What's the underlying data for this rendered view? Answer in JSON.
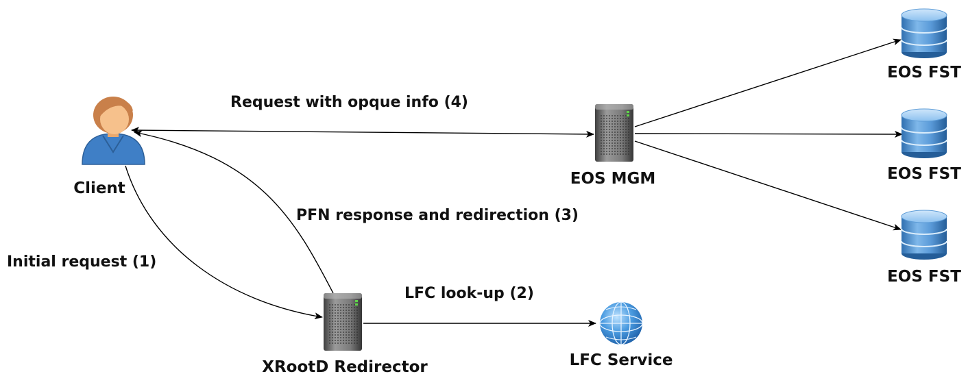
{
  "nodes": {
    "client": {
      "label": "Client",
      "icon": "user-icon"
    },
    "mgm": {
      "label": "EOS MGM",
      "icon": "server-icon"
    },
    "fst1": {
      "label": "EOS FST",
      "icon": "database-icon"
    },
    "fst2": {
      "label": "EOS FST",
      "icon": "database-icon"
    },
    "fst3": {
      "label": "EOS FST",
      "icon": "database-icon"
    },
    "redirector": {
      "label": "XRootD Redirector",
      "icon": "server-icon"
    },
    "lfc": {
      "label": "LFC Service",
      "icon": "globe-icon"
    }
  },
  "edges": {
    "initial_request": {
      "label": "Initial request (1)",
      "from": "client",
      "to": "redirector"
    },
    "lfc_lookup": {
      "label": "LFC look-up (2)",
      "from": "redirector",
      "to": "lfc"
    },
    "pfn_response": {
      "label": "PFN response and redirection (3)",
      "from": "redirector",
      "to": "client"
    },
    "request_opaque": {
      "label": "Request with opque info (4)",
      "from": "client",
      "to": "mgm",
      "bidirectional": true
    },
    "mgm_fst1": {
      "label": "",
      "from": "mgm",
      "to": "fst1"
    },
    "mgm_fst2": {
      "label": "",
      "from": "mgm",
      "to": "fst2"
    },
    "mgm_fst3": {
      "label": "",
      "from": "mgm",
      "to": "fst3"
    }
  },
  "colors": {
    "edge": "#000000",
    "text": "#111111",
    "db_blue": "#4f93d4",
    "server_gray": "#6d6d6d",
    "globe_blue": "#3c8fd8",
    "user_skin": "#f6c18c",
    "user_hair": "#c9804a",
    "user_shirt": "#3f7fc6"
  }
}
